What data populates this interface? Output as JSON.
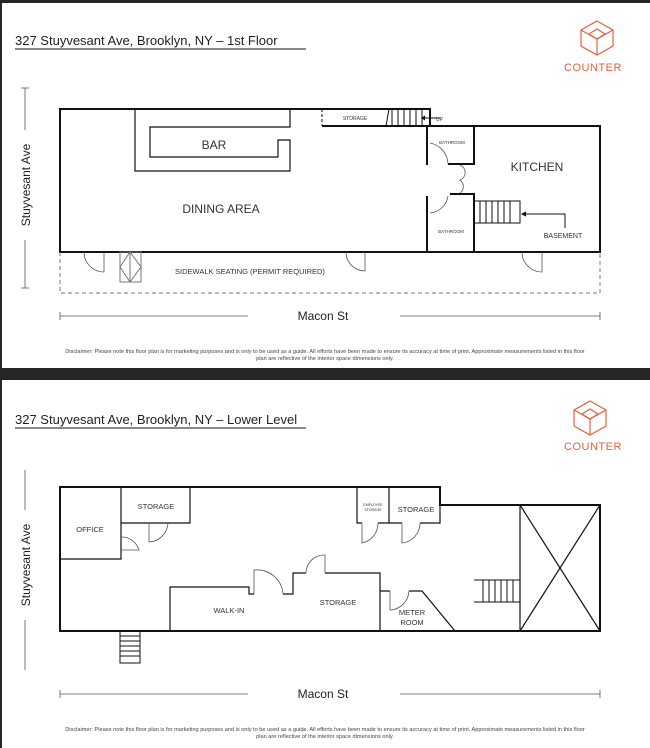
{
  "brand": {
    "name": "COUNTER",
    "color": "#e0633f"
  },
  "first_floor": {
    "title": "327 Stuyvesant Ave, Brooklyn, NY – 1st Floor",
    "side_street": "Stuyvesant Ave",
    "front_street": "Macon St",
    "rooms": {
      "bar": "BAR",
      "dining": "DINING AREA",
      "storage": "STORAGE",
      "up": "UP",
      "bathroom_1": "BATHROOM",
      "bathroom_2": "BATHROOM",
      "kitchen": "KITCHEN",
      "basement": "BASEMENT",
      "sidewalk": "SIDEWALK SEATING (PERMIT REQUIRED)"
    }
  },
  "lower_level": {
    "title": "327 Stuyvesant Ave, Brooklyn, NY – Lower Level",
    "side_street": "Stuyvesant Ave",
    "front_street": "Macon St",
    "rooms": {
      "office": "OFFICE",
      "storage_1": "STORAGE",
      "employee_storage_1": "EMPLOYEE",
      "employee_storage_2": "STORAGE",
      "storage_2": "STORAGE",
      "walk_in": "WALK-IN",
      "storage_3": "STORAGE",
      "meter_1": "METER",
      "meter_2": "ROOM"
    }
  },
  "disclaimer": {
    "line1": "Disclaimer: Please note this floor plan is for marketing purposes and is only to be used as a guide. All efforts have been made to ensure its accuracy at time of print. Approximate measurements listed in this floor",
    "line2": "plan are reflective of the interior space dimensions only."
  }
}
